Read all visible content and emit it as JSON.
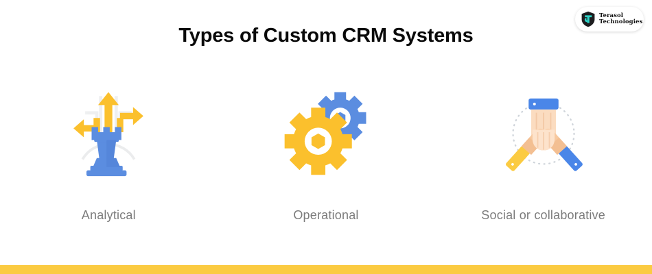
{
  "brand": {
    "logo_icon": "shield-t-logo-icon",
    "name_line1": "Terasol",
    "name_line2": "Technologies",
    "shield_color": "#1d1d1f",
    "shield_accent_color": "#2ed3c6"
  },
  "header": {
    "title": "Types of Custom CRM Systems",
    "title_color": "#0a0a0a"
  },
  "cards": [
    {
      "label": "Analytical",
      "icon": "chess-rook-with-direction-arrows-icon",
      "primary_color": "#5b8de0",
      "accent_color": "#fbc02d"
    },
    {
      "label": "Operational",
      "icon": "two-gears-icon",
      "primary_color": "#fbc02d",
      "accent_color": "#5b8de0"
    },
    {
      "label": "Social or collaborative",
      "icon": "three-hands-together-icon",
      "primary_color": "#f5c396",
      "accent_color": "#4a86e8"
    }
  ],
  "footer": {
    "accent_bar_color": "#fbcb42"
  },
  "label_color": "#7b7b7b"
}
